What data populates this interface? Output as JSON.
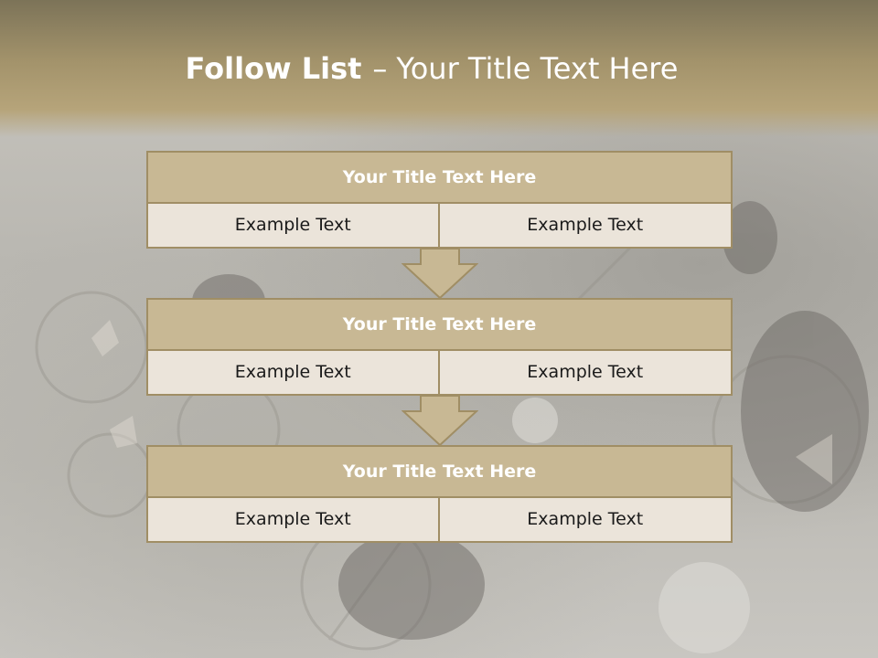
{
  "slide": {
    "title_bold": "Follow List",
    "title_sep": "–",
    "title_rest": "Your Title Text Here"
  },
  "blocks": [
    {
      "title": "Your Title Text Here",
      "left": "Example Text",
      "right": "Example Text"
    },
    {
      "title": "Your Title Text Here",
      "left": "Example Text",
      "right": "Example Text"
    },
    {
      "title": "Your Title Text Here",
      "left": "Example Text",
      "right": "Example Text"
    }
  ],
  "colors": {
    "header_band": "#a3936b",
    "block_title_fill": "#c8b894",
    "block_border": "#a08e65",
    "cell_fill": "#ebe4da",
    "arrow_fill": "#c8b894"
  },
  "icons": [
    "down-arrow-icon",
    "down-arrow-icon"
  ]
}
